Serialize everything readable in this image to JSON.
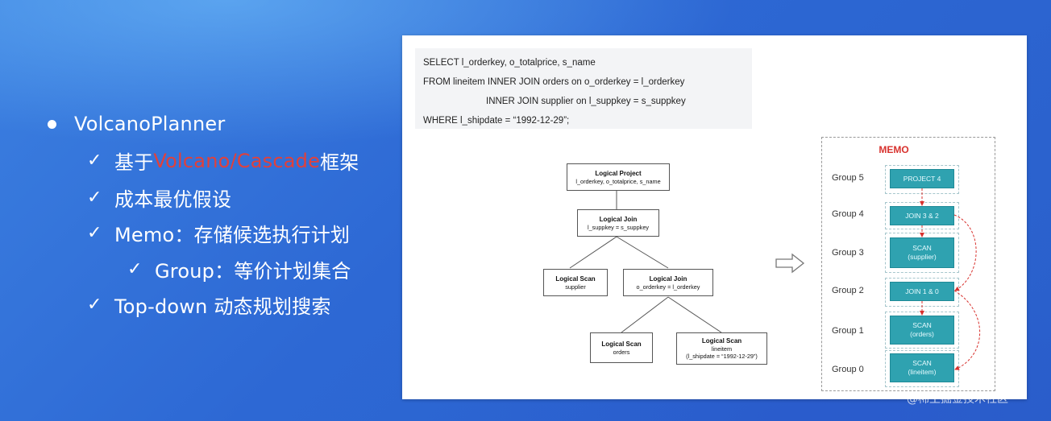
{
  "slide": {
    "bullets": [
      {
        "text": "VolcanoPlanner"
      },
      {
        "prefix": "基于 ",
        "highlight": "Volcano/Cascade",
        "suffix": " 框架"
      },
      {
        "text": "成本最优假设"
      },
      {
        "text": "Memo：存储候选执行计划"
      },
      {
        "text": "Group：等价计划集合"
      },
      {
        "text": "Top-down 动态规划搜索"
      }
    ],
    "check_glyph": "✓",
    "highlight_color": "#e2403a"
  },
  "sql": [
    "SELECT l_orderkey, o_totalprice, s_name",
    "FROM lineitem INNER JOIN orders on o_orderkey = l_orderkey",
    "INNER JOIN supplier on l_suppkey = s_suppkey",
    "WHERE l_shipdate = “1992-12-29”;"
  ],
  "plan_tree": {
    "project": {
      "title": "Logical Project",
      "sub": "l_orderkey, o_totalprice, s_name"
    },
    "join_top": {
      "title": "Logical Join",
      "sub": "l_suppkey = s_suppkey"
    },
    "scan_supplier": {
      "title": "Logical Scan",
      "sub": "supplier"
    },
    "join_bottom": {
      "title": "Logical Join",
      "sub": "o_orderkey = l_orderkey"
    },
    "scan_orders": {
      "title": "Logical Scan",
      "sub": "orders"
    },
    "scan_lineitem": {
      "title": "Logical Scan",
      "sub": "lineitem",
      "sub2": "(l_shipdate = “1992-12-29”)"
    }
  },
  "memo": {
    "title": "MEMO",
    "groups": [
      {
        "label": "Group 5",
        "op": [
          "PROJECT 4"
        ]
      },
      {
        "label": "Group 4",
        "op": [
          "JOIN 3 & 2"
        ]
      },
      {
        "label": "Group 3",
        "op": [
          "SCAN",
          "(supplier)"
        ]
      },
      {
        "label": "Group 2",
        "op": [
          "JOIN 1 & 0"
        ]
      },
      {
        "label": "Group 1",
        "op": [
          "SCAN",
          "(orders)"
        ]
      },
      {
        "label": "Group 0",
        "op": [
          "SCAN",
          "(lineitem)"
        ]
      }
    ],
    "op_color": "#2fa2b0",
    "arrow_color": "#d8322e"
  },
  "transform_arrow_icon": "hollow-right-arrow-icon",
  "watermark": "@稀土掘金技术社区"
}
